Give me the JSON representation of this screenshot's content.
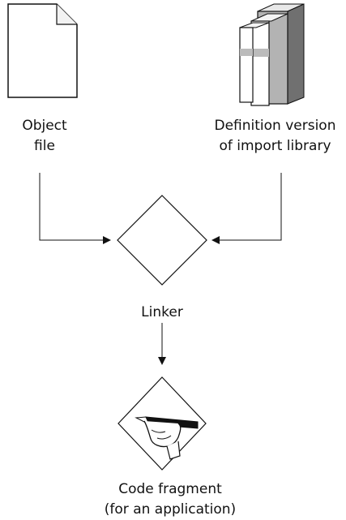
{
  "nodes": {
    "object_file": {
      "label": "Object\nfile",
      "icon": "document-icon"
    },
    "import_library": {
      "label": "Definition version\nof import library",
      "icon": "books-icon"
    },
    "linker": {
      "label": "Linker",
      "icon": "diamond-shape"
    },
    "code_fragment": {
      "label": "Code fragment\n(for an application)",
      "icon": "hand-writing-icon"
    }
  },
  "colors": {
    "stroke": "#111111",
    "book_gray": "#b3b3b3",
    "book_dark": "#707070",
    "page_fill": "#ffffff"
  }
}
